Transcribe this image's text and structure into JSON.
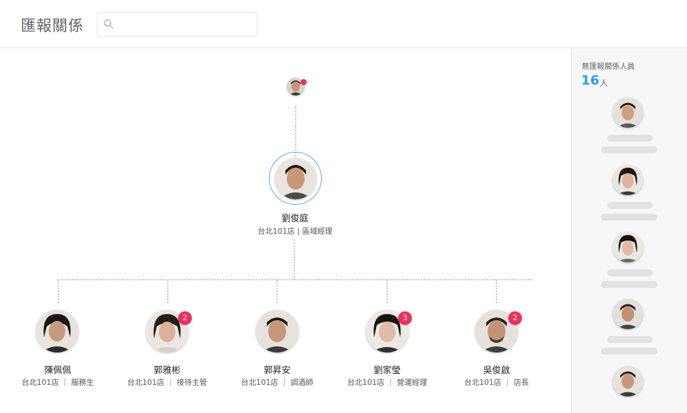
{
  "header": {
    "title": "匯報關係",
    "search": {
      "placeholder": "",
      "icon": "search-icon"
    }
  },
  "tree": {
    "top": {
      "badge_color": "#ef2f5c"
    },
    "focus": {
      "name": "劉俊庭",
      "store": "台北101店",
      "role": "區域經理",
      "ring_color": "#4aa7ec"
    },
    "reports": [
      {
        "name": "陳佩佩",
        "store": "台北101店",
        "role": "服務生",
        "badge": ""
      },
      {
        "name": "郭雅彬",
        "store": "台北101店",
        "role": "接待主管",
        "badge": "2"
      },
      {
        "name": "郭昇安",
        "store": "台北101店",
        "role": "調酒師",
        "badge": ""
      },
      {
        "name": "劉家瑩",
        "store": "台北101店",
        "role": "營運經理",
        "badge": "3"
      },
      {
        "name": "吳俊啟",
        "store": "台北101店",
        "role": "店長",
        "badge": "2"
      }
    ],
    "separators": {
      "single": "|",
      "spaced": "｜"
    }
  },
  "sidebar": {
    "title": "無匯報關係人員",
    "count": "16",
    "unit": "人",
    "count_color": "#2a9ee8"
  }
}
